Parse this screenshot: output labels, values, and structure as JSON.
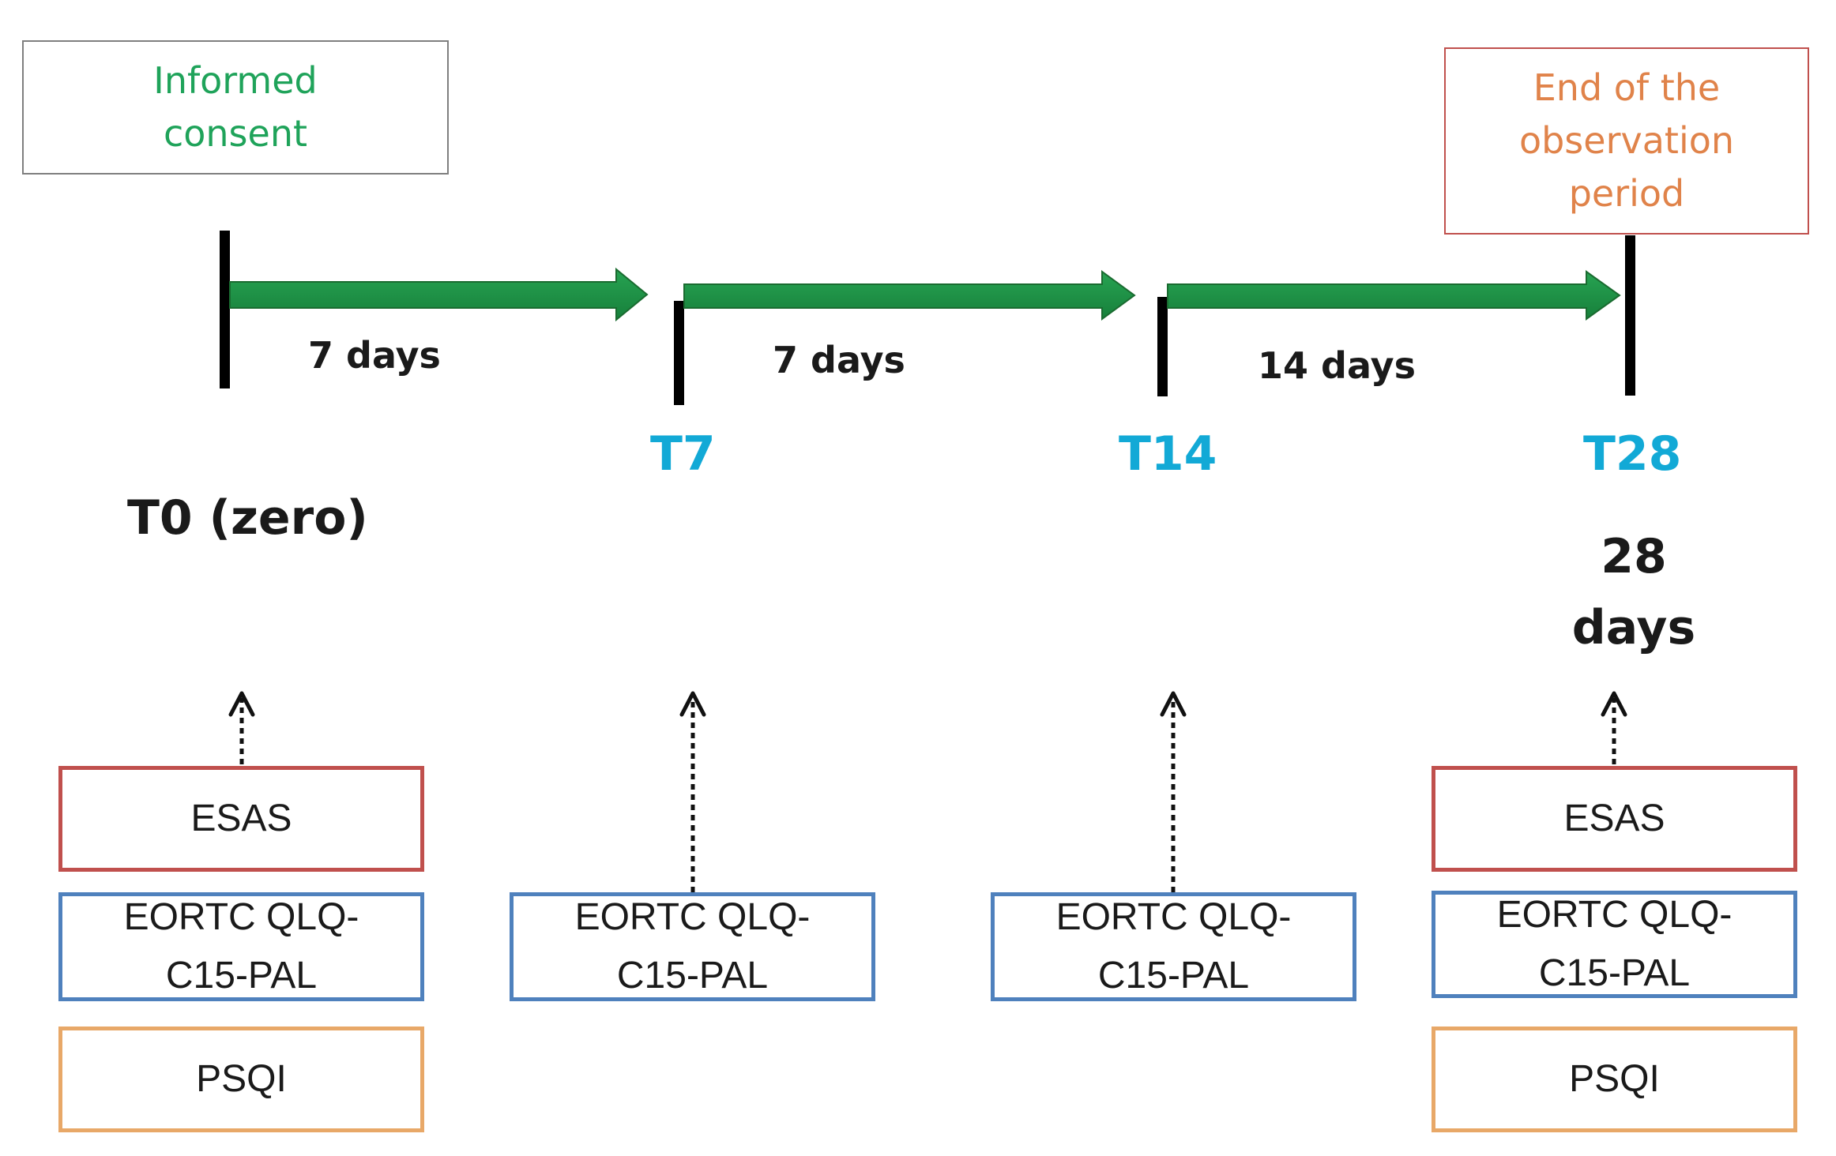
{
  "top_boxes": {
    "informed_consent": "Informed\nconsent",
    "end_of_observation": "End of the\nobservation\nperiod"
  },
  "intervals": [
    {
      "label": "7 days"
    },
    {
      "label": "7 days"
    },
    {
      "label": "14 days"
    }
  ],
  "timepoints": {
    "t0": "T0 (zero)",
    "t7": "T7",
    "t14": "T14",
    "t28": "T28",
    "t28_days": "28\ndays"
  },
  "instruments": {
    "t0": {
      "esas": "ESAS",
      "eortc": "EORTC QLQ-\nC15-PAL",
      "psqi": "PSQI"
    },
    "t7": {
      "eortc": "EORTC QLQ-\nC15-PAL"
    },
    "t14": {
      "eortc": "EORTC QLQ-\nC15-PAL"
    },
    "t28": {
      "esas": "ESAS",
      "eortc": "EORTC QLQ-\nC15-PAL",
      "psqi": "PSQI"
    }
  },
  "colors": {
    "arrow": "#1e9448",
    "arrow_dark": "#1a6b30",
    "consent_text": "#1fa35a",
    "end_text": "#e0834a",
    "timepoint_text": "#12a9d6",
    "esas_border": "#c0504d",
    "eortc_border": "#4f81bd",
    "psqi_border": "#e8a868"
  }
}
